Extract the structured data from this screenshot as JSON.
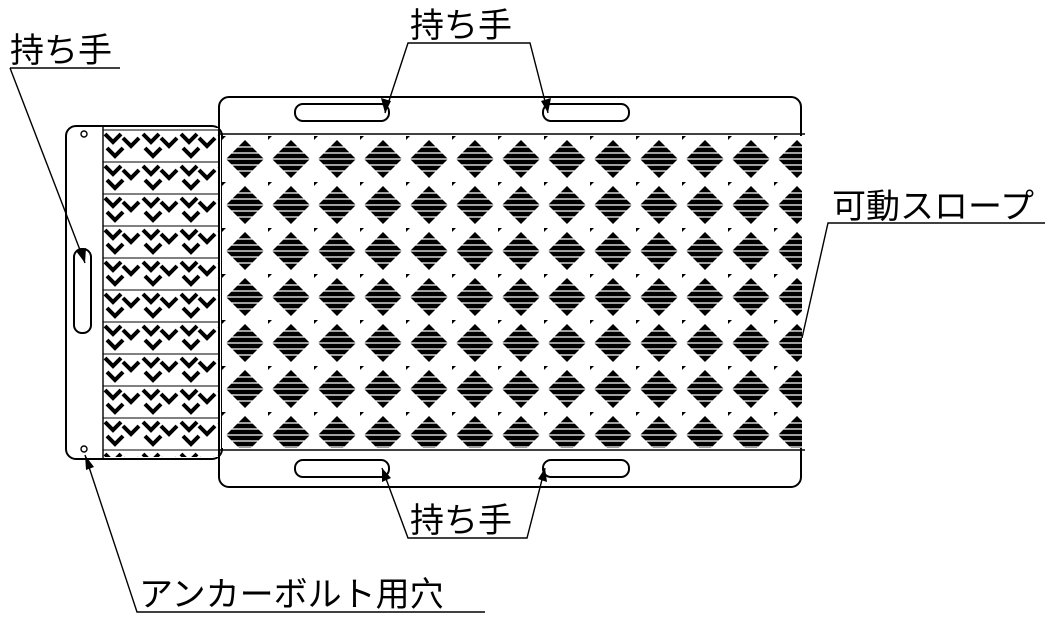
{
  "labels": {
    "handle_top": "持ち手",
    "handle_left": "持ち手",
    "handle_bottom": "持ち手",
    "movable_slope": "可動スロープ",
    "anchor_bolt_hole": "アンカーボルト用穴"
  },
  "colors": {
    "line": "#000000",
    "background": "#ffffff"
  }
}
